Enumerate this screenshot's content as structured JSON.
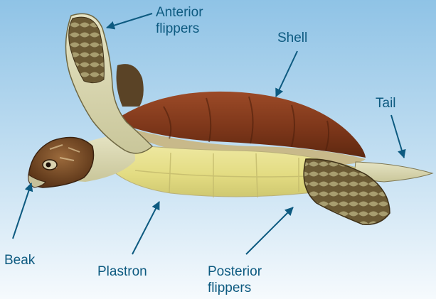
{
  "labels": {
    "anterior_line1": "Anterior",
    "anterior_line2": "flippers",
    "shell": "Shell",
    "tail": "Tail",
    "beak": "Beak",
    "plastron": "Plastron",
    "posterior_line1": "Posterior",
    "posterior_line2": "flippers"
  },
  "colors": {
    "label": "#0d5a80",
    "arrow": "#0d5a80",
    "sky_top": "#8fc3e6",
    "sky_bottom": "#f6fafd",
    "shell": "#8a3e22",
    "plastron": "#e6e08e",
    "skin": "#d8d6ae",
    "scales": "#4a3a22"
  }
}
